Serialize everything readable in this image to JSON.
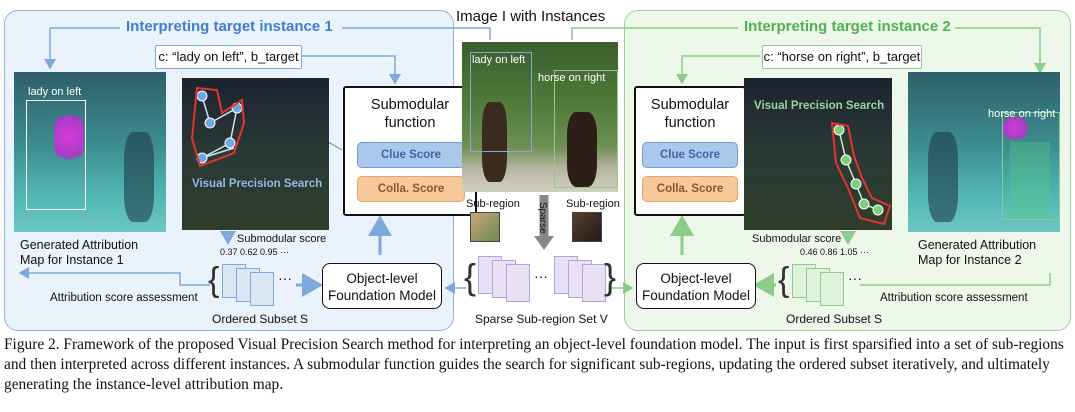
{
  "header": {
    "title": "Image I with Instances"
  },
  "left": {
    "title": "Interpreting target instance 1",
    "condition": "c: “lady on left”, b_target",
    "attribution_label": "lady on left",
    "generated_caption_1": "Generated Attribution",
    "generated_caption_2": "Map for Instance 1",
    "vps_label": "Visual Precision Search",
    "submodular_score_label": "Submodular score",
    "scores": "0.37 0.62 0.95  ···",
    "ordered_subset": "Ordered Subset S",
    "assessment": "Attribution score assessment"
  },
  "right": {
    "title": "Interpreting target instance 2",
    "condition": "c: “horse on right”, b_target",
    "attribution_label": "horse on right",
    "generated_caption_1": "Generated Attribution",
    "generated_caption_2": "Map for Instance 2",
    "vps_label": "Visual Precision Search",
    "submodular_score_label": "Submodular score",
    "scores": "0.46 0.86 1.05  ···",
    "ordered_subset": "Ordered Subset S",
    "assessment": "Attribution score assessment"
  },
  "submodular": {
    "title_1": "Submodular",
    "title_2": "function",
    "clue": "Clue Score",
    "colla": "Colla. Score"
  },
  "object_model": {
    "line_1": "Object-level",
    "line_2": "Foundation Model"
  },
  "center": {
    "label_left": "lady on left",
    "label_right": "horse on right",
    "subregion": "Sub-region",
    "sparse": "Sparse",
    "set_label": "Sparse Sub-region Set V"
  },
  "caption": "Figure 2. Framework of the proposed Visual Precision Search method for interpreting an object-level foundation model. The input is first sparsified into a set of sub-regions and then interpreted across different instances. A submodular function guides the search for significant sub-regions, updating the ordered subset iteratively, and ultimately generating the instance-level attribution map.",
  "colors": {
    "blue": "#3e7fd1",
    "green": "#4fb14f",
    "clue": "#a9c8ea",
    "colla": "#f7c89a"
  }
}
